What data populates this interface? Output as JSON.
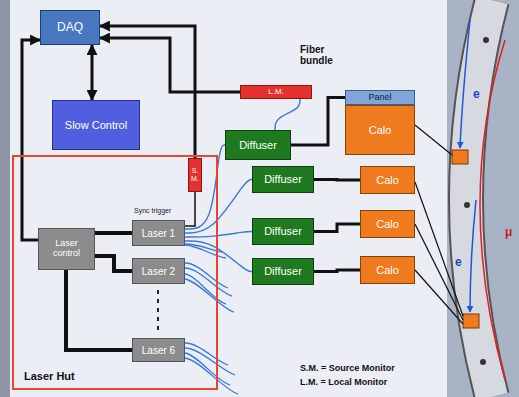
{
  "diagram": {
    "nodes": [
      {
        "text": [
          "DAQ"
        ]
      },
      {
        "text": [
          "Slow Control"
        ]
      },
      {
        "text": [
          "Laser Hut"
        ]
      },
      {
        "text": [
          "S.M."
        ],
        "in": 2
      },
      {
        "text": [
          "Laser control"
        ],
        "in": 2
      },
      {
        "text": [
          "Laser 1"
        ],
        "in": 2
      },
      {
        "text": [
          "Laser 2"
        ],
        "in": 2
      },
      {
        "text": [
          "Laser 6"
        ],
        "in": 2
      },
      {
        "text": [
          "L.M."
        ]
      },
      {
        "text": [
          "Diffuser"
        ]
      },
      {
        "text": [
          "Diffuser"
        ]
      },
      {
        "text": [
          "Diffuser"
        ]
      },
      {
        "text": [
          "Diffuser"
        ]
      },
      {
        "text": [
          "Panel"
        ]
      },
      {
        "text": [
          "Calo"
        ]
      },
      {
        "text": [
          "Calo"
        ]
      },
      {
        "text": [
          "Calo"
        ]
      },
      {
        "text": [
          "Calo"
        ]
      }
    ],
    "edges": [
      {
        "from": 0,
        "to": 1,
        "arrow": "both"
      },
      {
        "from": 4,
        "to": 0,
        "arrow": "to"
      },
      {
        "from": 3,
        "to": 0,
        "arrow": "to"
      },
      {
        "from": 8,
        "to": 0,
        "arrow": "to"
      },
      {
        "from": 4,
        "to": 5,
        "arrow": "none"
      },
      {
        "from": 4,
        "to": 6,
        "arrow": "none"
      },
      {
        "from": 4,
        "to": 7,
        "arrow": "none"
      },
      {
        "from": 5,
        "to": 3,
        "arrow": "none"
      },
      {
        "from": 5,
        "to": 9,
        "arrow": "none"
      },
      {
        "from": 5,
        "to": 10,
        "arrow": "none"
      },
      {
        "from": 5,
        "to": 11,
        "arrow": "none"
      },
      {
        "from": 5,
        "to": 12,
        "arrow": "none"
      },
      {
        "from": 9,
        "to": 8,
        "arrow": "none"
      },
      {
        "from": 9,
        "to": 13,
        "arrow": "none"
      },
      {
        "from": 10,
        "to": 15,
        "arrow": "none"
      },
      {
        "from": 11,
        "to": 16,
        "arrow": "none"
      },
      {
        "from": 12,
        "to": 17,
        "arrow": "none"
      }
    ],
    "labels": [
      "Sync trigger",
      "Fiber bundle",
      "S.M. = Source Monitor",
      "L.M. = Local Monitor",
      "e",
      "e",
      "μ"
    ]
  }
}
